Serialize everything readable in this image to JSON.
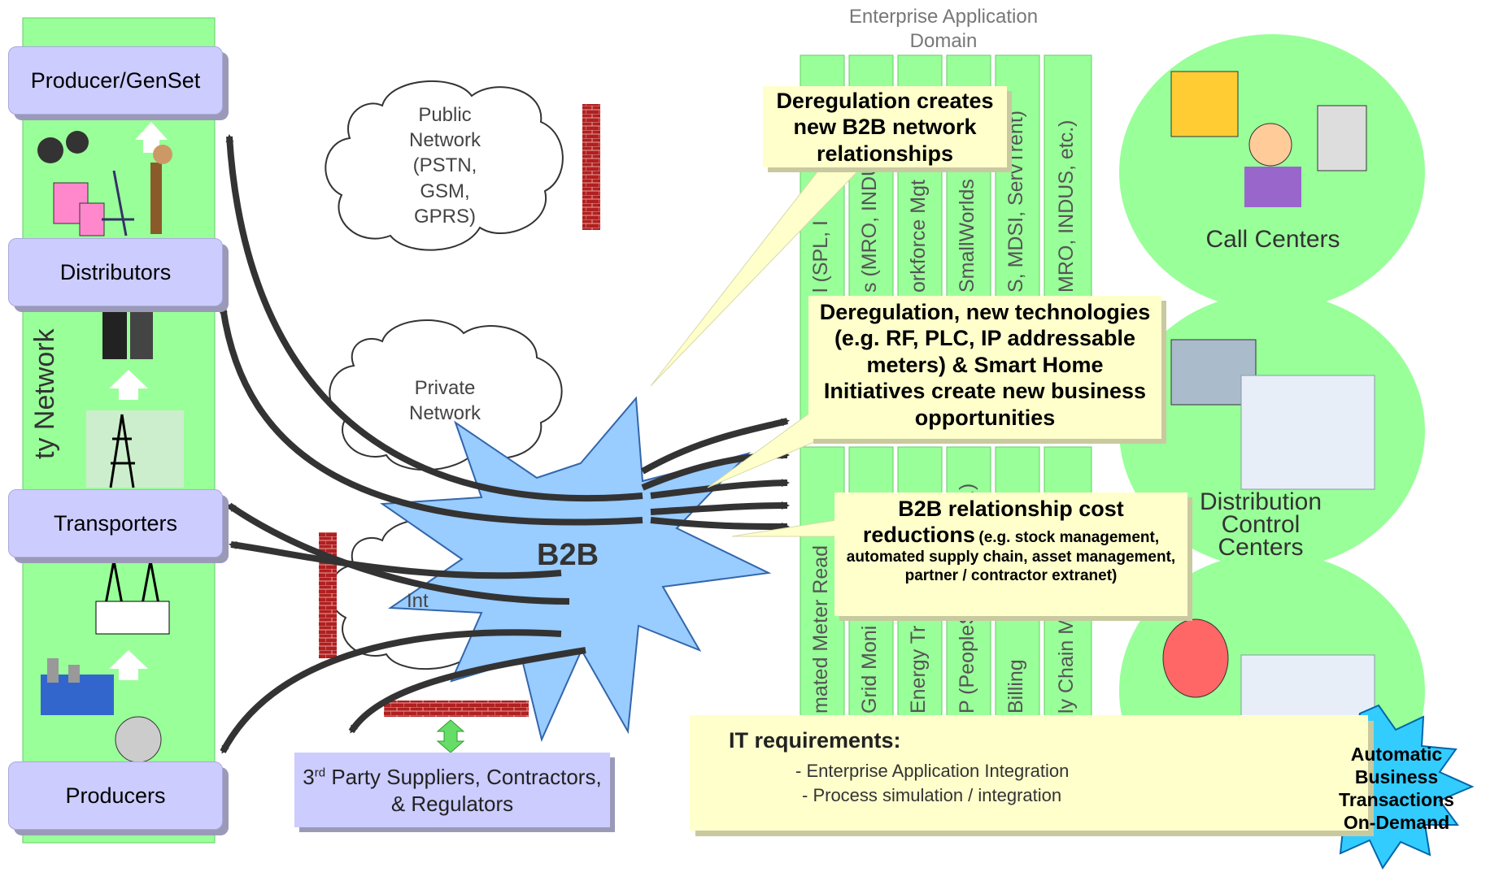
{
  "domain_title": "Enterprise Application Domain",
  "chain": {
    "vertical_label": "ty Network",
    "nodes": [
      "Producer/GenSet",
      "Distributors",
      "Transporters",
      "Producers"
    ]
  },
  "clouds": {
    "public": "Public Network (PSTN, GSM, GPRS)",
    "private": "Private Network",
    "internet_partial": "Int"
  },
  "b2b_label": "B2B",
  "suppliers": {
    "prefix": "3",
    "sup": "rd",
    "line1_rest": " Party Suppliers, Contractors,",
    "line2": "& Regulators"
  },
  "app_columns_top": [
    "l (SPL, I",
    "s (MRO, INDU",
    "orkforce Mgt",
    "SmallWorlds",
    "S, MDSI, ServTrent)",
    "MRO, INDUS, etc.)"
  ],
  "app_columns_bottom": [
    "mated Meter Read",
    "Grid Moni",
    "Energy Tr",
    "P (PeopleS",
    "Billing",
    "ly Chain M"
  ],
  "app_columns_bottom_fragment": ".)",
  "callouts": {
    "deregulation_b2b": "Deregulation creates new B2B network relationships",
    "deregulation_tech": "Deregulation, new technologies (e.g. RF, PLC, IP addressable meters) & Smart Home Initiatives create new business opportunities",
    "cost_title": "B2B relationship cost reductions",
    "cost_detail": "(e.g. stock management, automated supply chain, asset management, partner / contractor extranet)"
  },
  "centers": {
    "call": "Call Centers",
    "distribution": "Distribution Control Centers"
  },
  "it_requirements": {
    "title": "IT requirements:",
    "items": [
      "- Enterprise Application Integration",
      "- Process simulation / integration"
    ]
  },
  "starburst_label": "Automatic Business Transactions On-Demand",
  "colors": {
    "green": "#99ff99",
    "lavender": "#ccccff",
    "callout": "#ffffcc",
    "b2b_blue": "#99ccff",
    "arrow": "#333333",
    "firewall": "#cc3333"
  }
}
